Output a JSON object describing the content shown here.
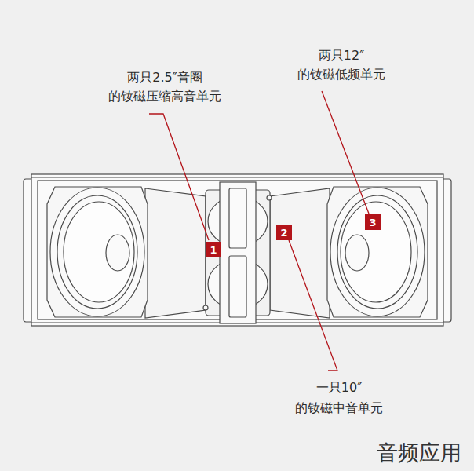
{
  "diagram": {
    "nodes": [
      {
        "text": [
          "1"
        ]
      },
      {
        "text": [
          "2"
        ]
      },
      {
        "text": [
          "3"
        ]
      }
    ],
    "labels": [
      "两只2.5″音圈 的钕磁压缩高音单元",
      "两只12″ 的钕磁低频单元",
      "一只10″ 的钕磁中音单元",
      "音频应用"
    ]
  }
}
